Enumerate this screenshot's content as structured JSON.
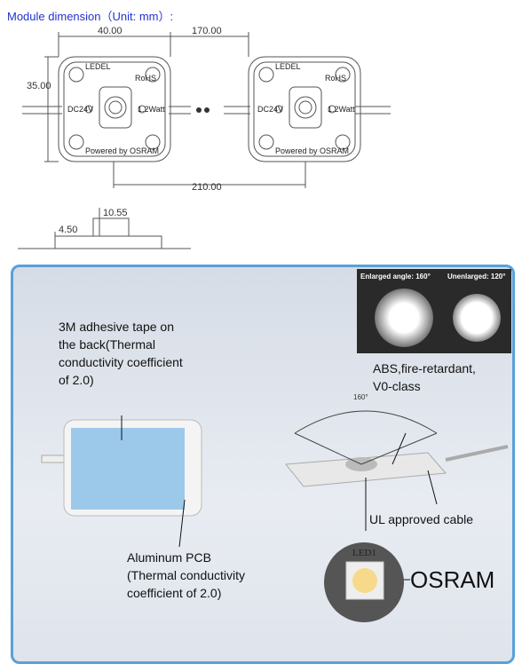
{
  "title": "Module dimension（Unit:  mm）:",
  "dimensions": {
    "width": "40.00",
    "spacing": "170.00",
    "height": "35.00",
    "span": "210.00",
    "thickness": "10.55",
    "base": "4.50"
  },
  "module": {
    "brand": "LEDEL",
    "rohs": "RoHS",
    "voltage": "DC24V",
    "power": "1.2Watt",
    "powered_by": "Powered by OSRAM"
  },
  "photo": {
    "glow_left": "Enlarged angle: 160°",
    "glow_right": "Unenlarged: 120°",
    "angle": "160°",
    "tape_label": [
      "3M adhesive tape on",
      "the back(Thermal",
      "conductivity coefficient",
      "of 2.0)"
    ],
    "abs_label": [
      "ABS,fire-retardant,",
      "V0-class"
    ],
    "cable_label": "UL approved cable",
    "pcb_label": [
      "Aluminum PCB",
      "(Thermal conductivity",
      "coefficient of 2.0)"
    ],
    "led_label": "LED1",
    "osram_label": "OSRAM"
  }
}
